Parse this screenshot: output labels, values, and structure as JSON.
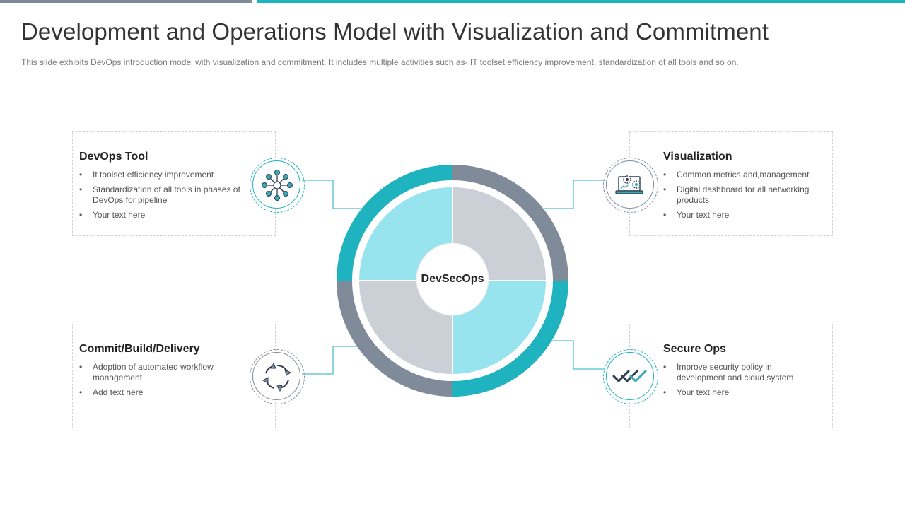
{
  "title": "Development and Operations Model with  Visualization and Commitment",
  "subtitle": "This slide exhibits DevOps  introduction model with visualization  and  commitment. It includes multiple activities such as- IT toolset efficiency  improvement,  standardization  of all tools and so on.",
  "center": {
    "label": "DevSecOps"
  },
  "colors": {
    "teal": "#1fb2bf",
    "slate": "#808b99",
    "light_teal": "#98e4ee",
    "light_gray": "#cbd0d7"
  },
  "cards": [
    {
      "heading": "DevOps Tool",
      "icon": "network-hub-icon",
      "bullets": [
        "It toolset efficiency improvement",
        "Standardization of all tools in phases of DevOps for pipeline",
        "Your text here"
      ]
    },
    {
      "heading": "Visualization",
      "icon": "laptop-gears-icon",
      "bullets": [
        "Common metrics and,management",
        "Digital dashboard for all networking products",
        "Your text here"
      ]
    },
    {
      "heading": "Commit/Build/Delivery",
      "icon": "cycle-arrows-icon",
      "bullets": [
        "Adoption of automated workflow management",
        "Add text here"
      ]
    },
    {
      "heading": "Secure Ops",
      "icon": "double-check-icon",
      "bullets": [
        "Improve security policy in development and cloud system",
        "Your text here"
      ]
    }
  ]
}
